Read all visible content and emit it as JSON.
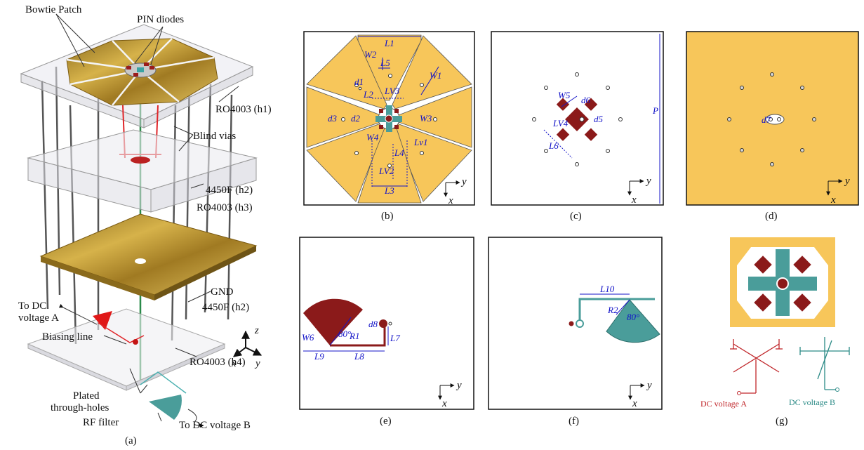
{
  "colors": {
    "gold": "#f7c65a",
    "copper": "#b8962e",
    "dark_red": "#8b1a1a",
    "teal": "#4a9d9a",
    "dim_blue": "#1515c8",
    "red_line": "#e0262a"
  },
  "panel_a": {
    "caption": "(a)",
    "labels": {
      "bowtie": "Bowtie Patch",
      "pin": "PIN diodes",
      "ro_h1": "RO4003 (h1)",
      "blind": "Blind vias",
      "fr_h2": "4450F (h2)",
      "ro_h3": "RO4003 (h3)",
      "gnd": "GND",
      "fr_h2b": "4450F (h2)",
      "to_dc_a_1": "To DC",
      "to_dc_a_2": "voltage  A",
      "biasing": "Biasing line",
      "ro_h4": "RO4003 (h4)",
      "plated_1": "Plated",
      "plated_2": "through-holes",
      "rf_filter": "RF filter",
      "to_dc_b": "To DC voltage B",
      "ax_z": "z",
      "ax_x": "x",
      "ax_y": "y"
    }
  },
  "panel_b": {
    "caption": "(b)",
    "dims": {
      "L1": "L1",
      "W2": "W2",
      "L5": "L5",
      "W1": "W1",
      "d1": "d1",
      "L2": "L2",
      "LV3": "LV3",
      "d3": "d3",
      "d2": "d2",
      "W3": "W3",
      "W4": "W4",
      "L4": "L4",
      "Lv1": "Lv1",
      "LV2": "LV2",
      "L3": "L3"
    },
    "ax_y": "y",
    "ax_x": "x"
  },
  "panel_c": {
    "caption": "(c)",
    "dims": {
      "W5": "W5",
      "d6": "d6",
      "d5": "d5",
      "LV4": "LV4",
      "L6": "L6",
      "P": "P"
    },
    "ax_y": "y",
    "ax_x": "x"
  },
  "panel_d": {
    "caption": "(d)",
    "dims": {
      "d7": "d7"
    },
    "ax_y": "y",
    "ax_x": "x"
  },
  "panel_e": {
    "caption": "(e)",
    "dims": {
      "angle": "80°",
      "R1": "R1",
      "d8": "d8",
      "L7": "L7",
      "W6": "W6",
      "L9": "L9",
      "L8": "L8"
    },
    "ax_y": "y",
    "ax_x": "x"
  },
  "panel_f": {
    "caption": "(f)",
    "dims": {
      "L10": "L10",
      "R2": "R2",
      "angle": "80°"
    },
    "ax_y": "y",
    "ax_x": "x"
  },
  "panel_g": {
    "caption": "(g)",
    "dc_a": "DC voltage A",
    "dc_b": "DC voltage B"
  }
}
